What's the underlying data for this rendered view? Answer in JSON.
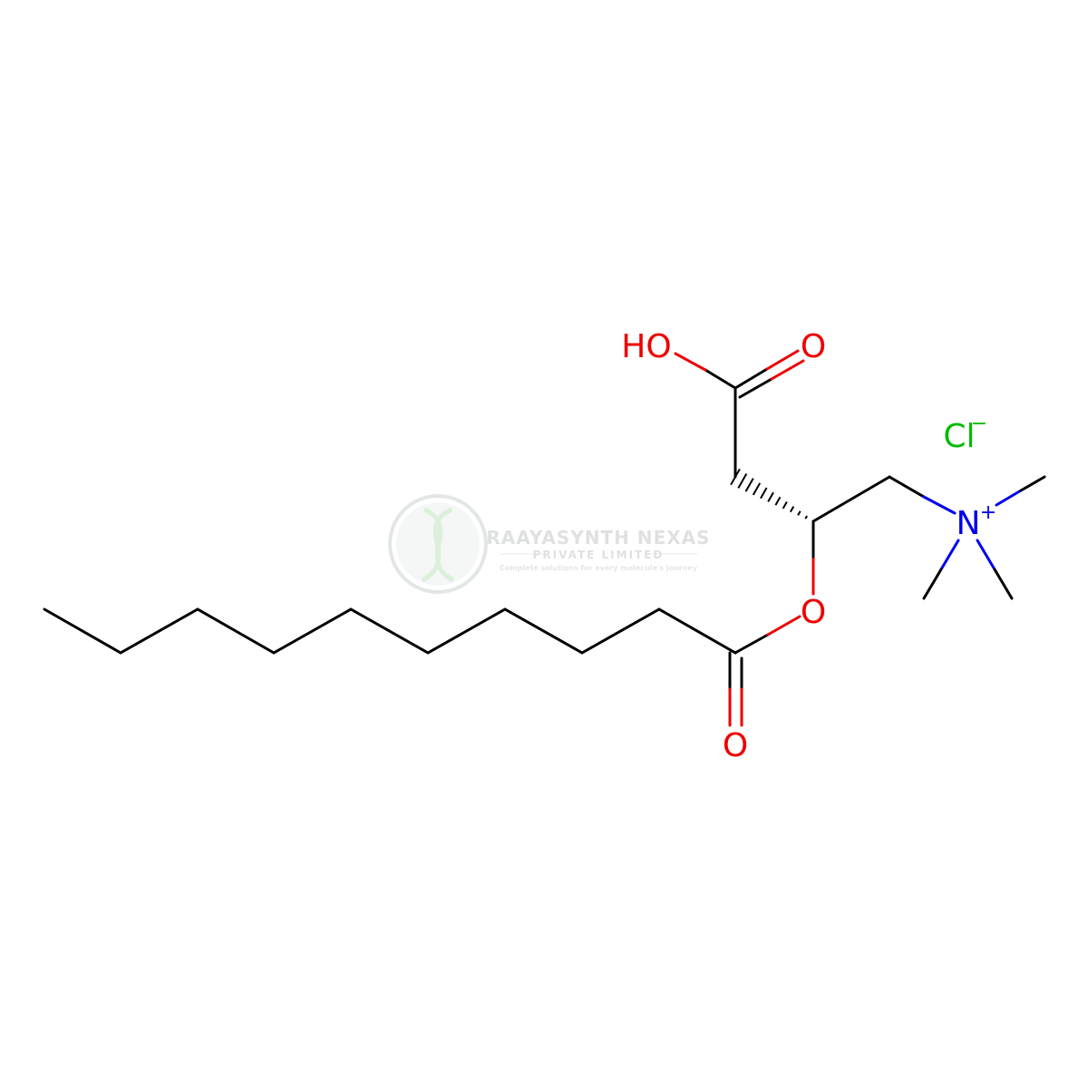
{
  "colors": {
    "bond": "#000000",
    "oxygen": "#ee0000",
    "nitrogen": "#0000ee",
    "chlorine": "#00bb00",
    "watermark": "#c8cccc"
  },
  "labels": {
    "hydroxyl": "HO",
    "carbonyl_acid_o": "O",
    "chloride": "Cl",
    "chloride_charge": "−",
    "nitrogen": "N",
    "nitrogen_charge": "+",
    "ester_o": "O",
    "carbonyl_ester_o": "O"
  },
  "watermark": {
    "title": "RAAYASYNTH NEXAS",
    "subtitle": "PRIVATE LIMITED",
    "tagline": "Complete solutions for every molecule's journey",
    "logo_icon": "dna-helix-icon"
  }
}
